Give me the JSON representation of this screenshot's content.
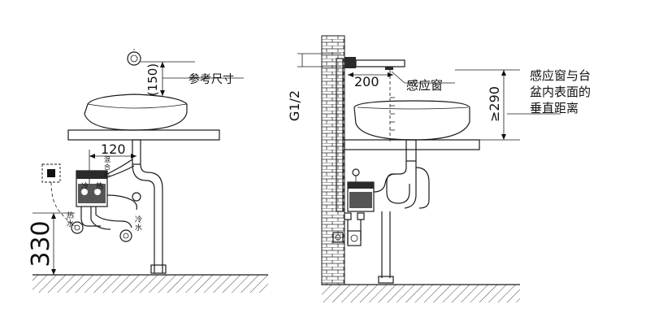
{
  "left_view": {
    "dim_top": "(150)",
    "ref_size": "参考尺寸",
    "dim_offset": "120",
    "dim_height": "330",
    "label_mixed": [
      "混",
      "合",
      "水"
    ],
    "label_cold": "冷",
    "label_hot": "热",
    "label_hot_water": [
      "热",
      "水"
    ],
    "label_cold_water": [
      "冷",
      "水"
    ]
  },
  "right_view": {
    "pipe_thread": "G1/2",
    "dim_spout": "200",
    "sensor_window": "感应窗",
    "dim_min_height": "≥290",
    "note_lines": [
      "感应窗与台",
      "盆内表面的",
      "垂直距离"
    ]
  }
}
